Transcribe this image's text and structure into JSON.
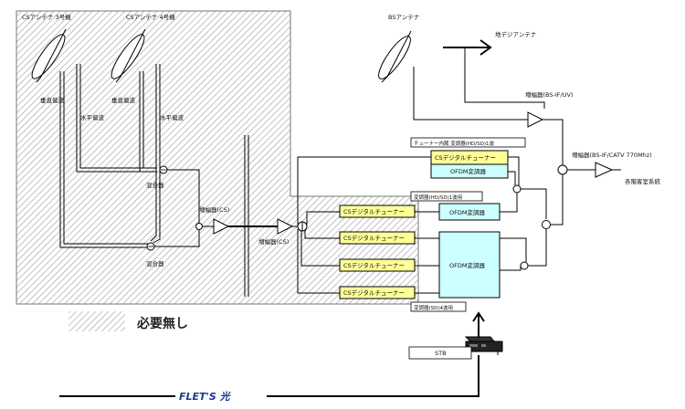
{
  "labels": {
    "cs_antenna_3": "CSアンテナ 3号機",
    "cs_antenna_4": "CSアンテナ 4号機",
    "bs_antenna": "BSアンテナ",
    "terrestrial_antenna": "地デジアンテナ",
    "vertical_pol_1": "垂直偏波",
    "horizontal_pol_1": "水平偏波",
    "vertical_pol_2": "垂直偏波",
    "horizontal_pol_2": "水平偏波",
    "mixer_1": "混合器",
    "mixer_2": "混合器",
    "amp_cs_1": "増幅器(CS)",
    "amp_cs_2": "増幅器(CS)",
    "amp_bs_if_uv": "増幅器(BS-IF/UV)",
    "amp_bs_if_catv": "増幅器(BS-IF/CATV 770Mhz)",
    "guest_rooms": "各階客室系統",
    "tuner_internal_modulator": "チューナー内蔵 変調器(HD/SD)1波",
    "modulator_hdsd_1wave": "変調器(HD/SD)1波用",
    "modulator_sd_4wave": "変調器(SD)4波用",
    "cs_tuner": "CSデジタルチューナー",
    "ofdm_modulator": "OFDM変調器",
    "not_required": "必要無し",
    "stb": "STB",
    "flets": "FLET'S 光"
  },
  "cs_tuners": [
    "CSデジタルチューナー",
    "CSデジタルチューナー",
    "CSデジタルチューナー",
    "CSデジタルチューナー",
    "CSデジタルチューナー"
  ],
  "colors": {
    "tuner_fill": "#ffff99",
    "ofdm_fill": "#ccffff",
    "hatch": "#9a9a9a",
    "flets_text": "#1a3a8a"
  }
}
